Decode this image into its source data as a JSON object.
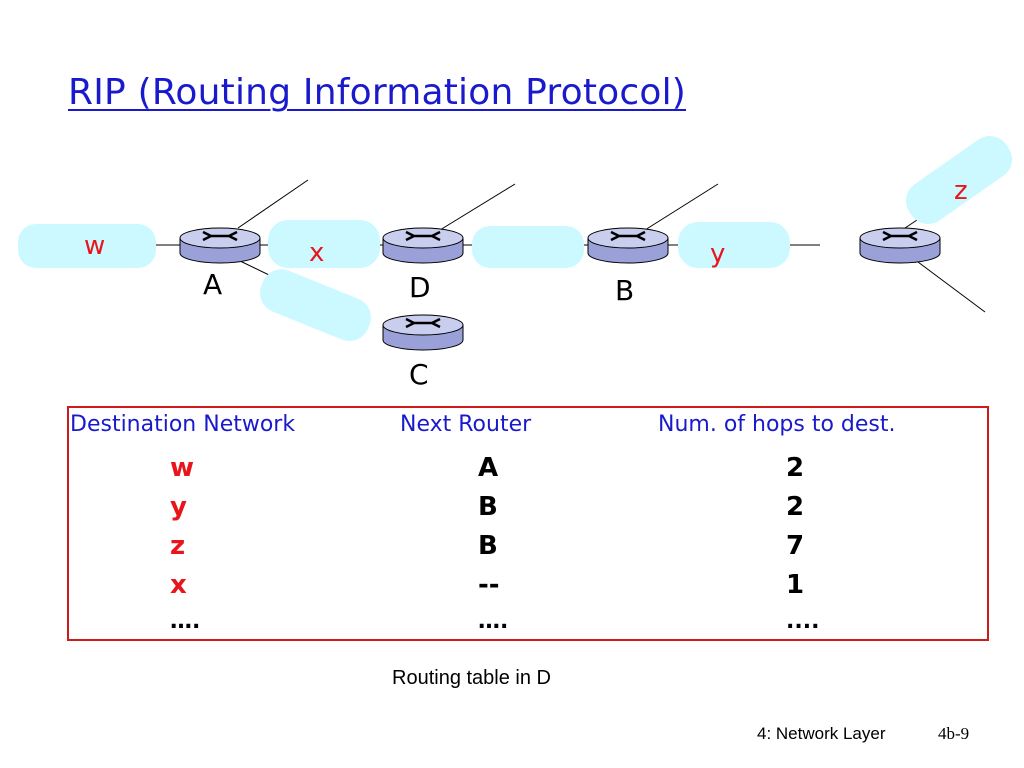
{
  "title": "RIP (Routing Information Protocol)",
  "networks": {
    "w": "w",
    "x": "x",
    "y": "y",
    "z": "z"
  },
  "routers": {
    "A": "A",
    "D": "D",
    "B": "B",
    "C": "C"
  },
  "table": {
    "headers": [
      "Destination Network",
      "Next  Router",
      "Num. of hops to dest."
    ],
    "rows": [
      {
        "dest": "w",
        "next": "A",
        "hops": "2"
      },
      {
        "dest": "y",
        "next": "B",
        "hops": "2"
      },
      {
        "dest": "z",
        "next": "B",
        "hops": "7"
      },
      {
        "dest": "x",
        "next": "--",
        "hops": "1"
      },
      {
        "dest": "….",
        "next": "….",
        "hops": "...."
      }
    ]
  },
  "caption": "Routing table in D",
  "footer": {
    "section": "4: Network Layer",
    "page": "4b-9"
  },
  "colors": {
    "title": "#1a1acc",
    "network_blob": "#ccf9ff",
    "router_fill": "#c9cdee",
    "dest_text": "#e8151a",
    "table_border": "#d11a1a"
  }
}
